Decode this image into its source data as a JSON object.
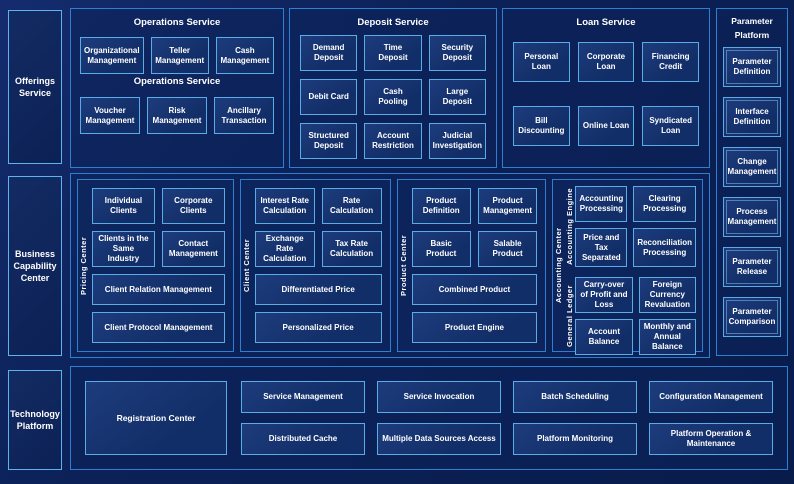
{
  "colors": {
    "background": "#0b2158",
    "panel_border": "#2f7fd0",
    "box_border": "#59ace6",
    "box_fill": "#1d3c7c",
    "text": "#ffffff"
  },
  "offerings": {
    "label": "Offerings Service",
    "operations": {
      "title": "Operations Service",
      "mid_title": "Operations Service",
      "row1": [
        "Organizational Management",
        "Teller Management",
        "Cash Management"
      ],
      "row2": [
        "Voucher Management",
        "Risk Management",
        "Ancillary Transaction"
      ]
    },
    "deposit": {
      "title": "Deposit Service",
      "boxes": [
        "Demand Deposit",
        "Time Deposit",
        "Security Deposit",
        "Debit Card",
        "Cash Pooling",
        "Large Deposit",
        "Structured Deposit",
        "Account Restriction",
        "Judicial Investigation"
      ]
    },
    "loan": {
      "title": "Loan Service",
      "boxes": [
        "Personal Loan",
        "Corporate Loan",
        "Financing Credit",
        "Bill Discounting",
        "Online Loan",
        "Syndicated Loan"
      ]
    }
  },
  "parameter": {
    "title_line1": "Parameter",
    "title_line2": "Platform",
    "boxes": [
      "Parameter Definition",
      "Interface Definition",
      "Change Management",
      "Process Management",
      "Parameter Release",
      "Parameter Comparison"
    ]
  },
  "business": {
    "label": "Business Capability Center",
    "pricing": {
      "vlabel": "Pricing Center",
      "grid": [
        "Individual Clients",
        "Corporate Clients",
        "Clients in the Same Industry",
        "Contact Management"
      ],
      "wide": [
        "Client Relation Management",
        "Client Protocol Management"
      ]
    },
    "client": {
      "vlabel": "Client Center",
      "grid": [
        "Interest Rate Calculation",
        "Rate Calculation",
        "Exchange Rate Calculation",
        "Tax Rate Calculation"
      ],
      "wide": [
        "Differentiated Price",
        "Personalized Price"
      ]
    },
    "product": {
      "vlabel": "Product Center",
      "grid": [
        "Product Definition",
        "Product Management",
        "Basic Product",
        "Salable Product"
      ],
      "wide": [
        "Combined Product",
        "Product Engine"
      ]
    },
    "accounting": {
      "vlabel": "Accounting Center",
      "engine": {
        "vlabel": "Accounting Engine",
        "grid": [
          "Accounting Processing",
          "Clearing Processing",
          "Price and Tax Separated",
          "Reconciliation Processing"
        ]
      },
      "ledger": {
        "vlabel": "General Ledger",
        "grid": [
          "Carry-over of Profit and Loss",
          "Foreign Currency Revaluation",
          "Account Balance",
          "Monthly and Annual Balance"
        ]
      }
    }
  },
  "technology": {
    "label": "Technology Platform",
    "registration": "Registration Center",
    "row1": [
      "Service Management",
      "Service Invocation",
      "Batch Scheduling",
      "Configuration Management"
    ],
    "row2": [
      "Distributed Cache",
      "Multiple Data Sources Access",
      "Platform Monitoring",
      "Platform Operation & Maintenance"
    ]
  }
}
